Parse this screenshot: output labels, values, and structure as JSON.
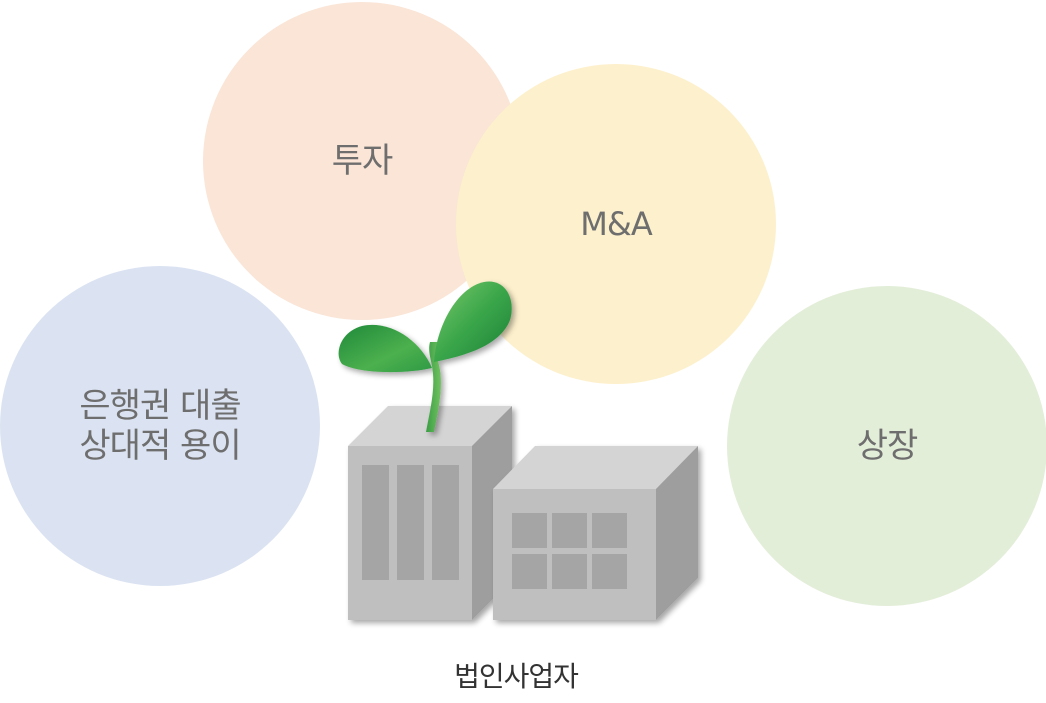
{
  "bubbles": {
    "invest": "투자",
    "ma": "M&A",
    "bank_line1": "은행권 대출",
    "bank_line2": "상대적 용이",
    "listing": "상장"
  },
  "caption": "법인사업자",
  "icons": [
    "sprout-icon",
    "building-icon"
  ],
  "colors": {
    "invest": "#fae5d7",
    "ma": "#fdf0cc",
    "bank": "#dbe3f2",
    "listing": "#e3eed9",
    "building": "#bdbdbd",
    "sprout": "#2e9a44"
  }
}
